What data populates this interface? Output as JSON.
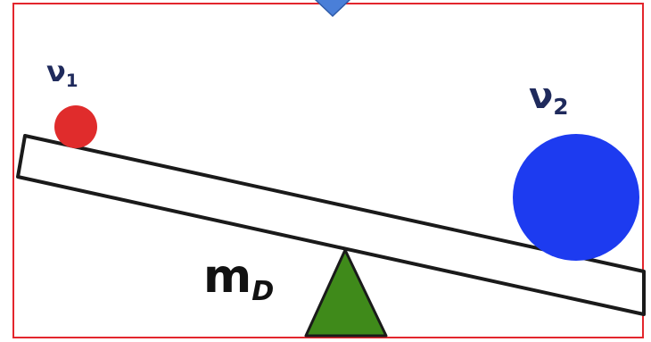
{
  "labels": {
    "nu1": {
      "main": "ν",
      "sub": "1"
    },
    "nu2": {
      "main": "ν",
      "sub": "2"
    },
    "mD": {
      "main": "m",
      "sub": "D"
    }
  },
  "colors": {
    "frame": "#e3262d",
    "plank_fill": "#ffffff",
    "plank_stroke": "#1a1a1a",
    "ball_small": "#e02c2c",
    "ball_large": "#1d3bf0",
    "fulcrum": "#3f8a1a",
    "label_nu": "#1f2a5c",
    "label_m": "#111111",
    "top_marker": "#4a7fd8",
    "top_marker_edge": "#2e5aa8"
  },
  "icons": {
    "top_marker": "diamond-icon"
  }
}
